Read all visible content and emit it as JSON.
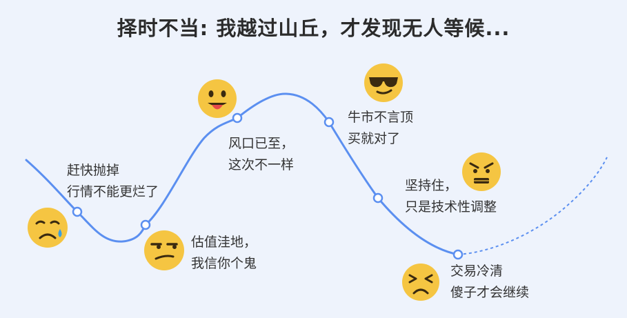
{
  "title": "择时不当: 我越过山丘，才发现无人等候...",
  "colors": {
    "curve": "#5b8ff0",
    "emoji_face": "#f5c542",
    "emoji_feature": "#3a2a10",
    "tear": "#3aa0e0",
    "tongue": "#e64a4a"
  },
  "stages": [
    {
      "line1": "赶快抛掉",
      "line2": "行情不能更烂了",
      "emoji": "crying-face-icon"
    },
    {
      "line1": "估值洼地，",
      "line2": "我信你个鬼",
      "emoji": "unamused-face-icon"
    },
    {
      "line1": "风口已至，",
      "line2": "这次不一样",
      "emoji": "tongue-out-face-icon"
    },
    {
      "line1": "牛市不言顶",
      "line2": "买就对了",
      "emoji": "sunglasses-face-icon"
    },
    {
      "line1": "坚持住，",
      "line2": "只是技术性调整",
      "emoji": "angry-face-icon"
    },
    {
      "line1": "交易冷清",
      "line2": "傻子才会继续",
      "emoji": "tired-face-icon"
    }
  ]
}
